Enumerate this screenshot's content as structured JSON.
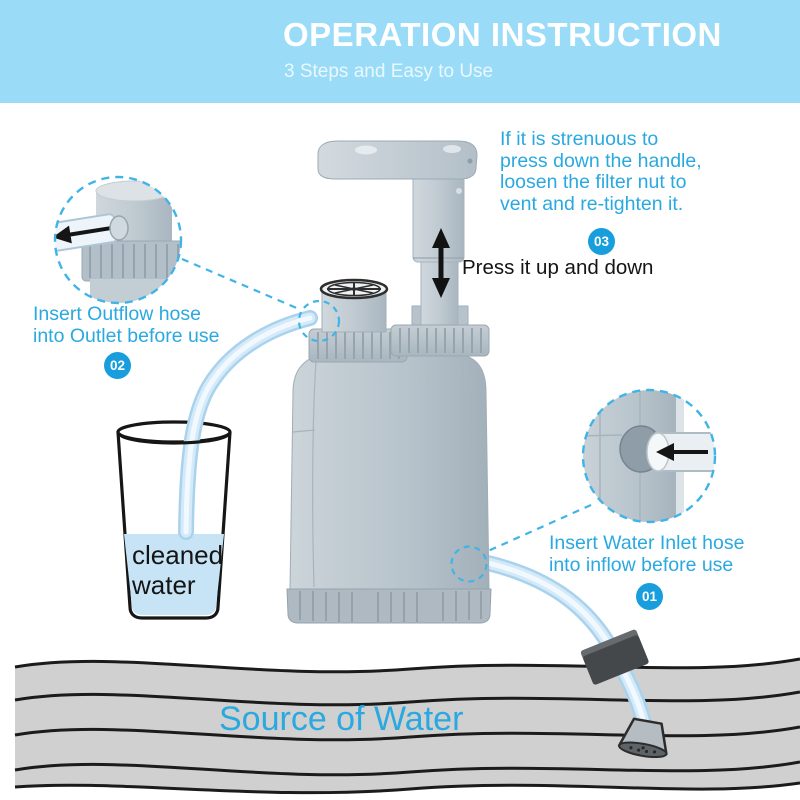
{
  "header": {
    "title": "OPERATION INSTRUCTION",
    "subtitle": "3 Steps and Easy to Use"
  },
  "steps": {
    "step1": {
      "badge": "01",
      "label": "Insert  Water Inlet  hose\ninto inflow before use"
    },
    "step2": {
      "badge": "02",
      "label": "Insert Outflow hose\ninto Outlet before use"
    },
    "step3": {
      "badge": "03",
      "label": "If it is strenuous to\npress down the handle,\nloosen the filter nut to\nvent and re-tighten it.",
      "action_label": "Press it up and down"
    }
  },
  "illustration": {
    "cup_label": "cleaned\nwater",
    "water_source_label": "Source of Water"
  },
  "colors": {
    "banner_blue": "#9adcf7",
    "accent_blue": "#2aa9e0",
    "badge_blue": "#189edd",
    "callout_dash_blue": "#41b4e7",
    "device_gray": "#b9c4cd",
    "tube_blue": "#cfe7f7",
    "water_band_gray": "#d0d0d0",
    "cup_water_blue": "#c7e4f6"
  }
}
